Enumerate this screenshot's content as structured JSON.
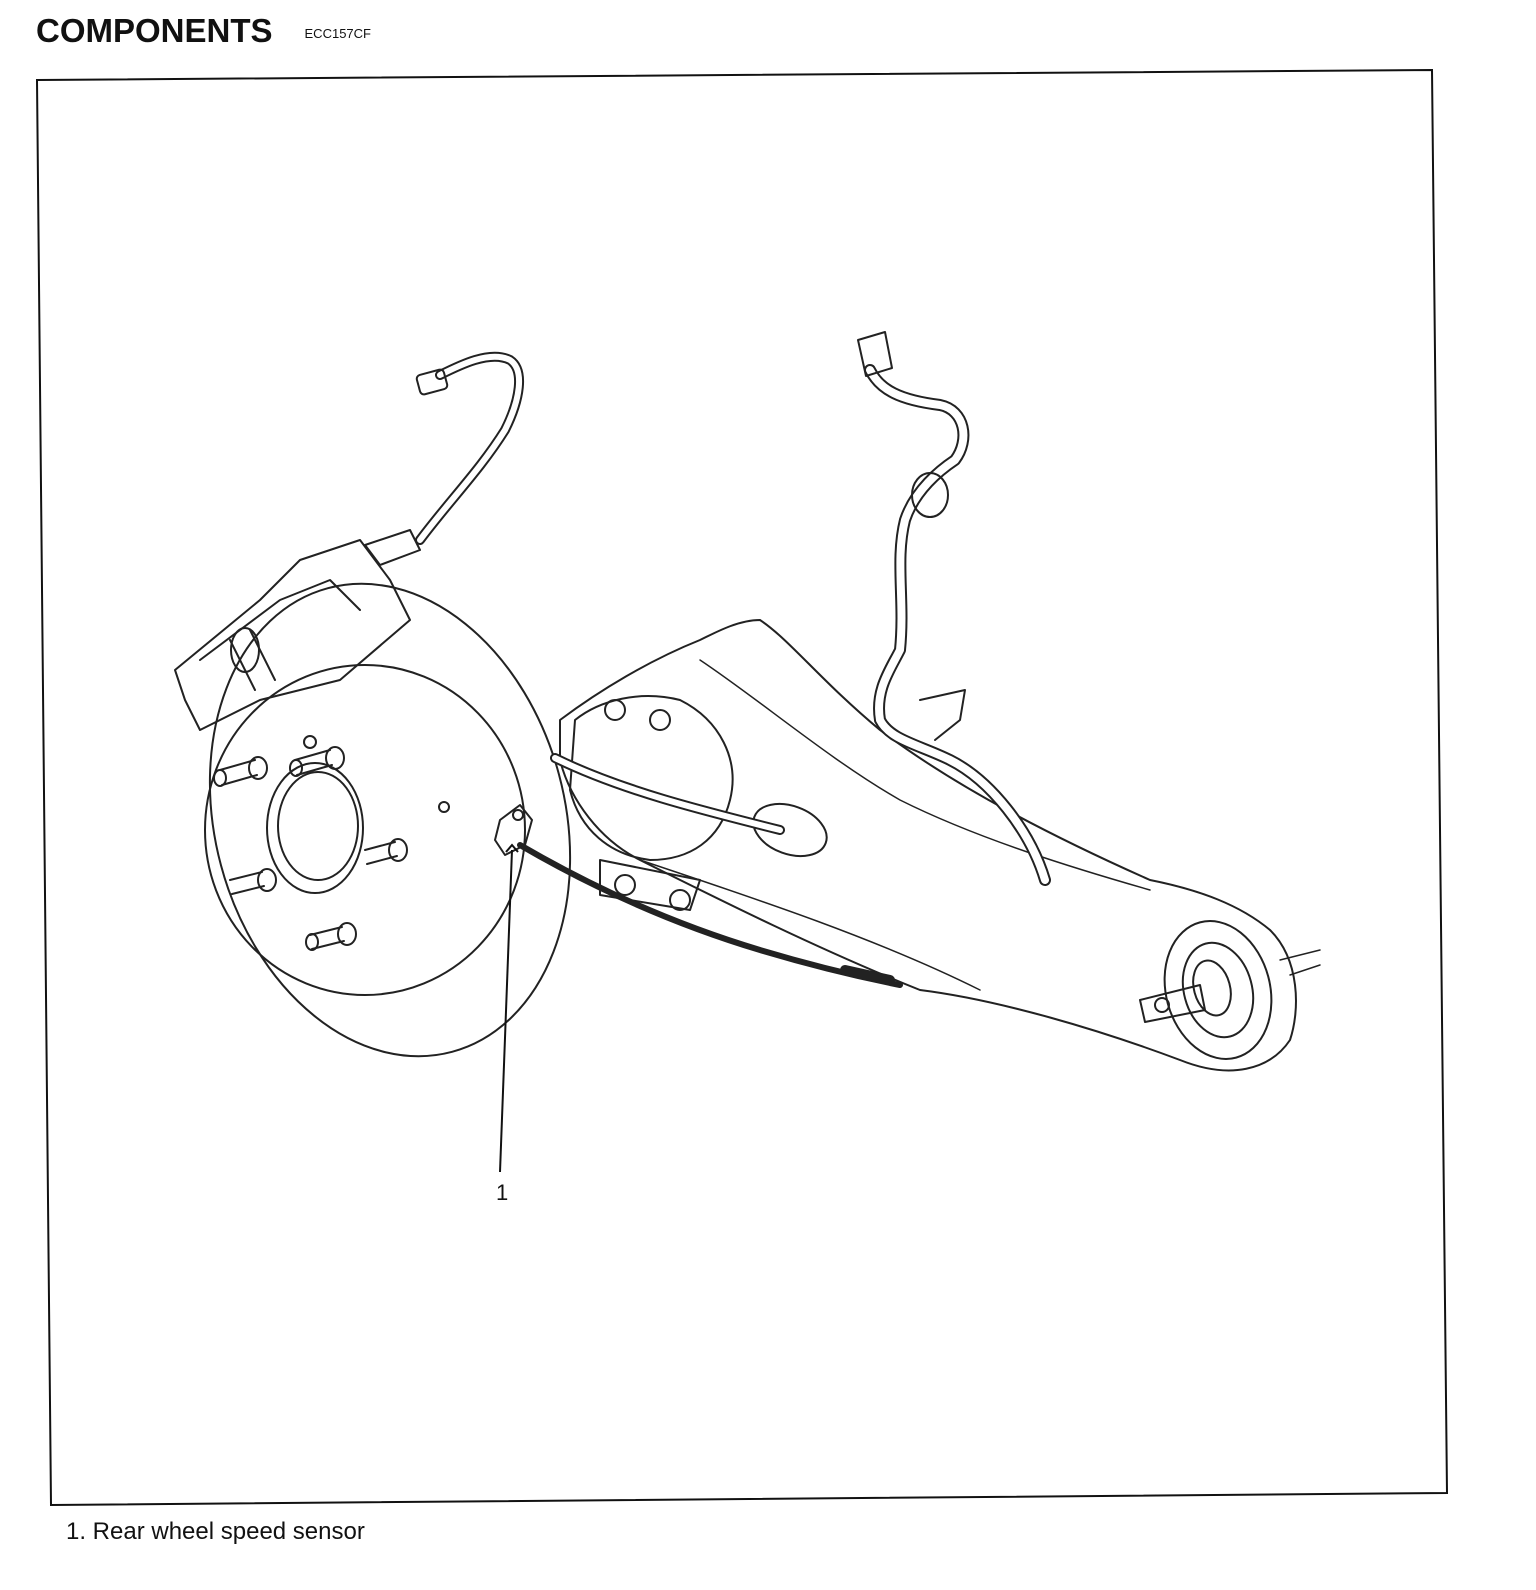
{
  "heading": {
    "title": "COMPONENTS",
    "code": "ECC157CF"
  },
  "diagram": {
    "callouts": [
      {
        "number": "1",
        "part": "rear-wheel-speed-sensor"
      }
    ]
  },
  "legend": {
    "items": [
      {
        "text": "1. Rear wheel speed sensor"
      }
    ]
  }
}
